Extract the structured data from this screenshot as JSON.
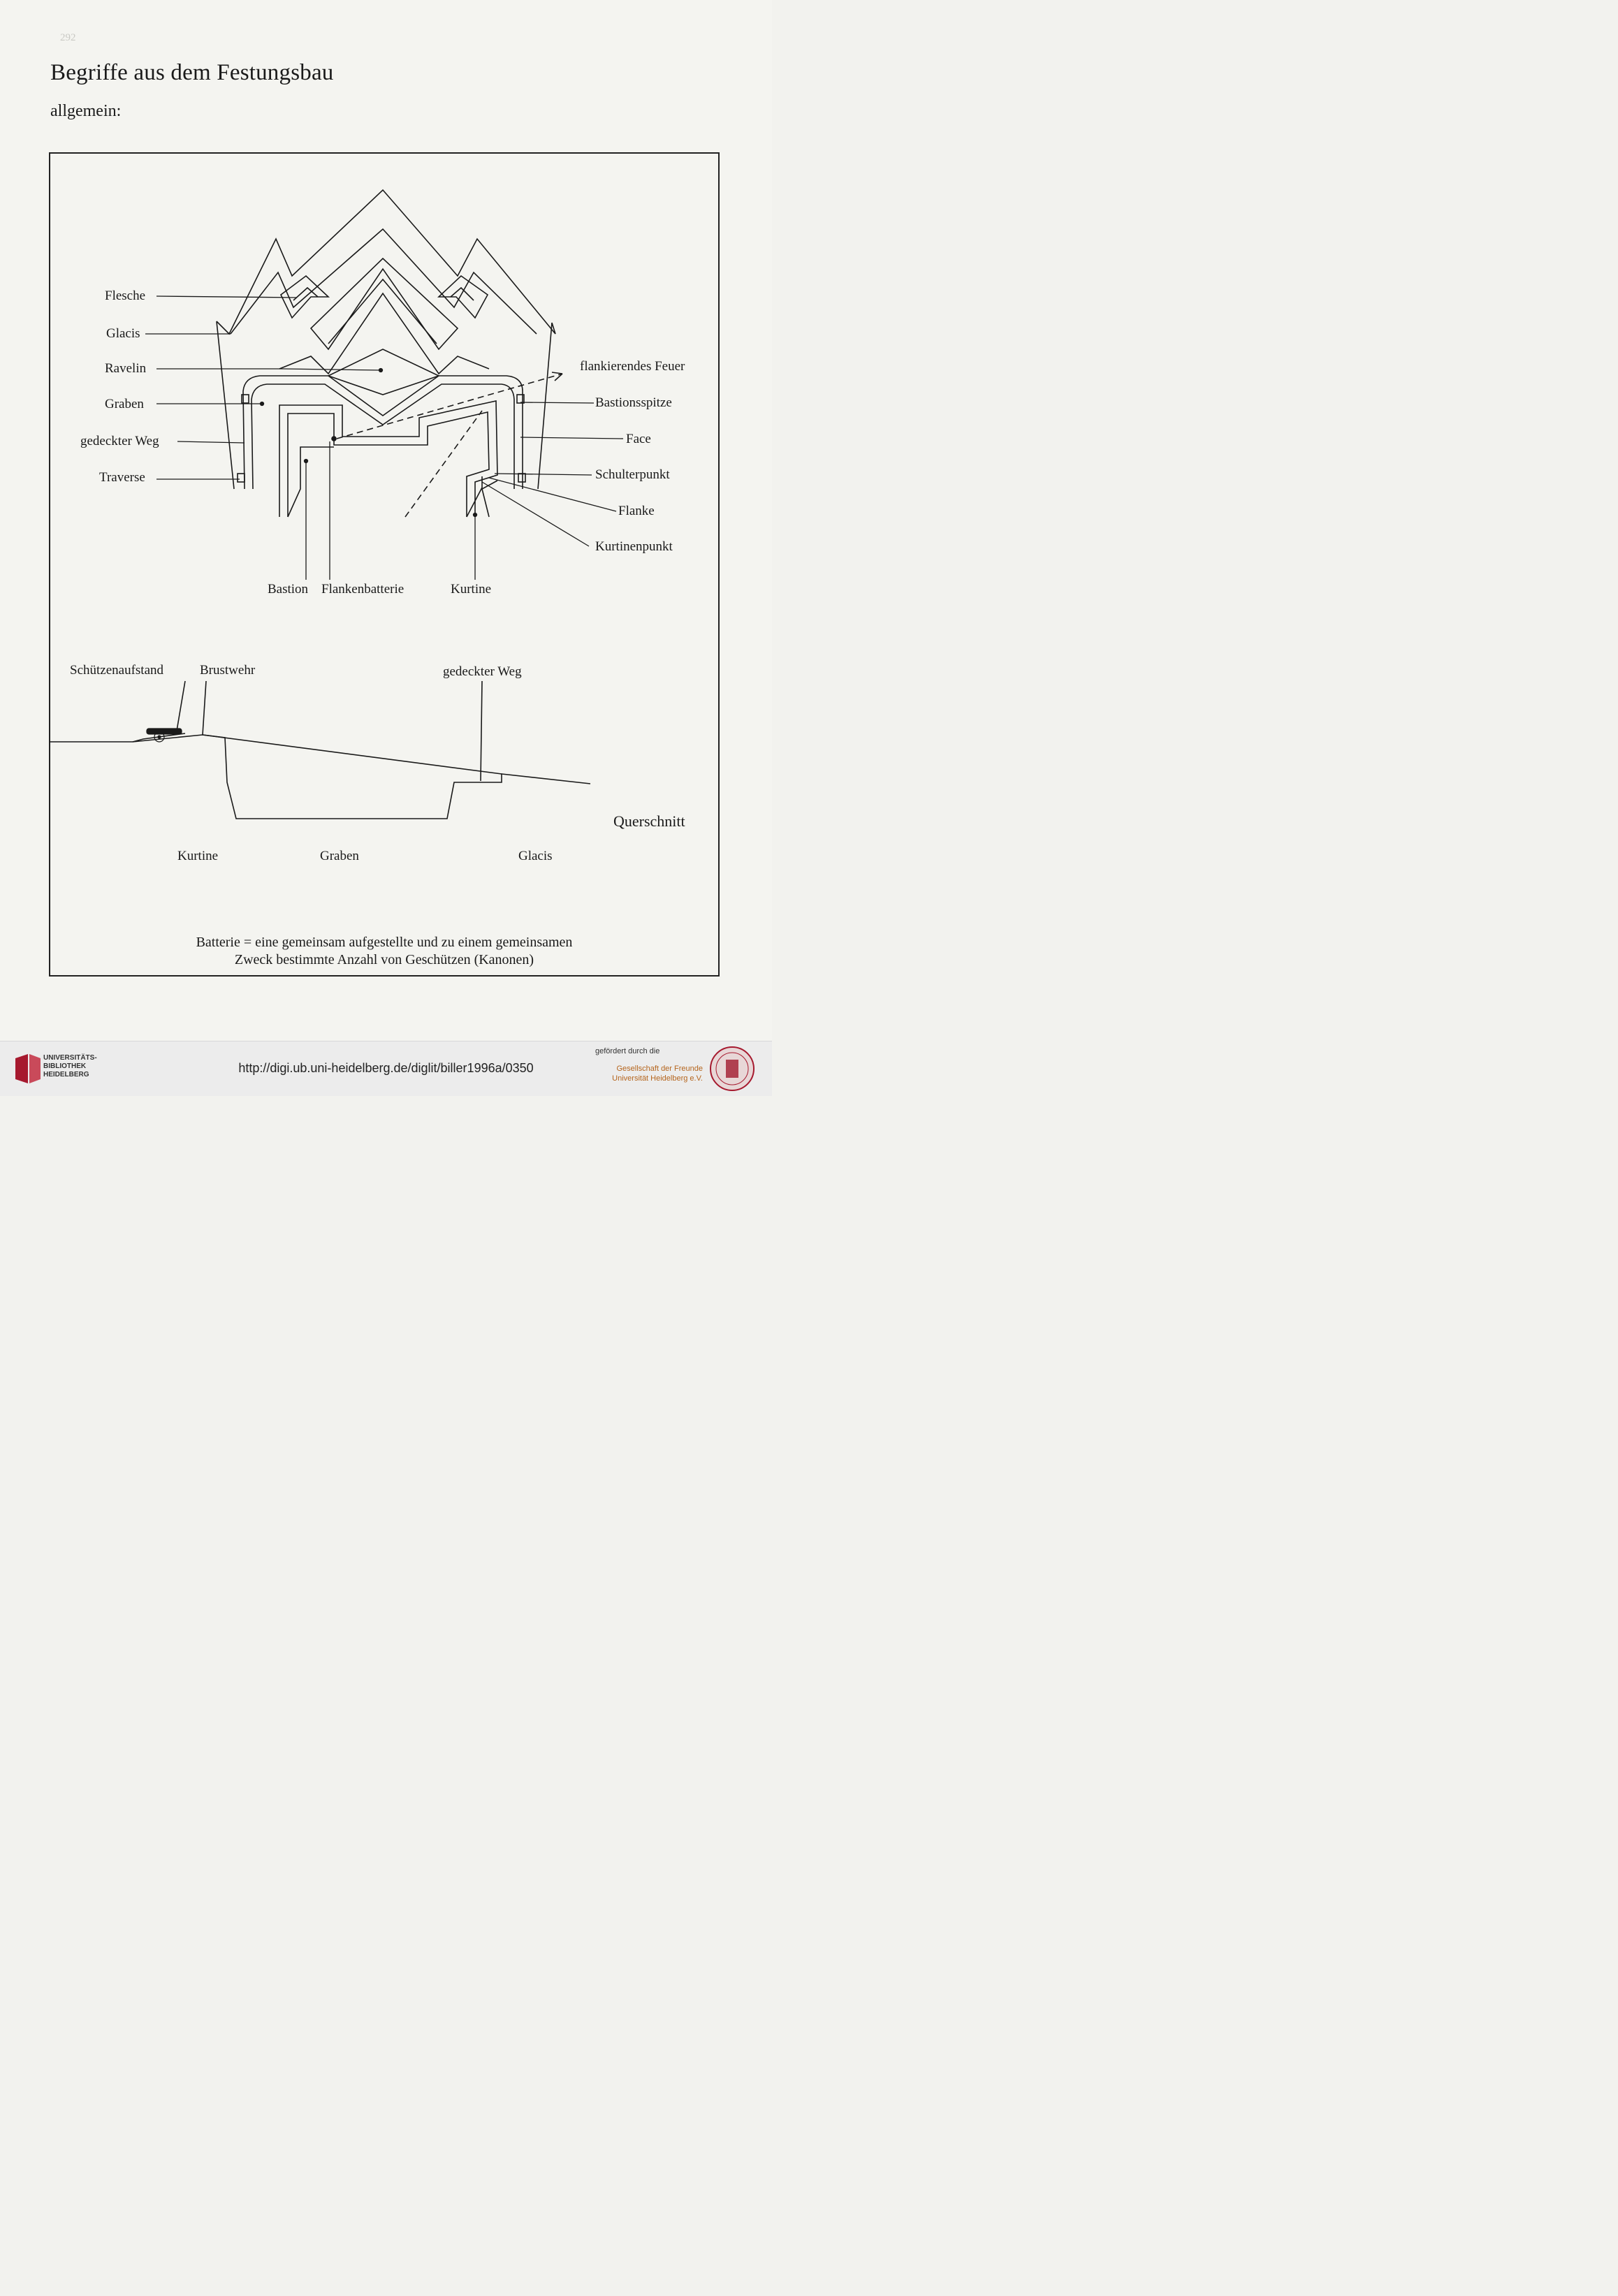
{
  "page_number": "292",
  "title": "Begriffe aus dem Festungsbau",
  "subtitle": "allgemein:",
  "plan_labels": {
    "flesche": "Flesche",
    "glacis": "Glacis",
    "ravelin": "Ravelin",
    "graben": "Graben",
    "gedeckter_weg": "gedeckter Weg",
    "traverse": "Traverse",
    "flankierendes_feuer": "flankierendes Feuer",
    "bastionsspitze": "Bastionsspitze",
    "face": "Face",
    "schulterpunkt": "Schulterpunkt",
    "flanke": "Flanke",
    "kurtinenpunkt": "Kurtinenpunkt",
    "bastion": "Bastion",
    "flankenbatterie": "Flankenbatterie",
    "kurtine": "Kurtine"
  },
  "section_labels": {
    "schuetzenaufstand": "Schützenaufstand",
    "brustwehr": "Brustwehr",
    "gedeckter_weg": "gedeckter Weg",
    "querschnitt": "Querschnitt",
    "kurtine": "Kurtine",
    "graben": "Graben",
    "glacis": "Glacis"
  },
  "note": {
    "line1": "Batterie = eine gemeinsam aufgestellte und zu einem gemeinsamen",
    "line2": "Zweck bestimmte Anzahl von Geschützen (Kanonen)"
  },
  "footer": {
    "library_line1": "UNIVERSITÄTS-",
    "library_line2": "BIBLIOTHEK",
    "library_line3": "HEIDELBERG",
    "url": "http://digi.ub.uni-heidelberg.de/diglit/biller1996a/0350",
    "funded_by": "gefördert durch die",
    "sponsor_line1": "Gesellschaft der Freunde",
    "sponsor_line2": "Universität Heidelberg e.V."
  },
  "colors": {
    "ink": "#1a1a1a",
    "paper": "#f4f4f0",
    "library_red": "#a6192e",
    "sponsor_orange": "#b5651d"
  }
}
